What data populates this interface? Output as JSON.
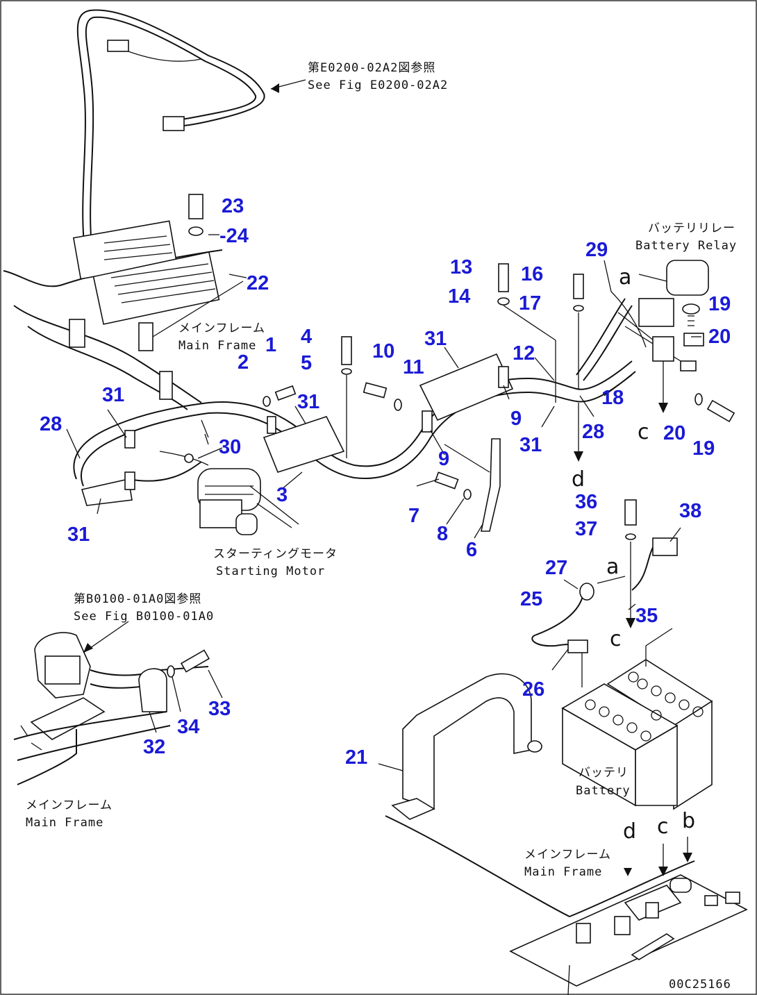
{
  "callouts": {
    "c1": "1",
    "c2": "2",
    "c3": "3",
    "c4": "4",
    "c5": "5",
    "c6": "6",
    "c7": "7",
    "c8": "8",
    "c9a": "9",
    "c9b": "9",
    "c10": "10",
    "c11": "11",
    "c12": "12",
    "c13": "13",
    "c14": "14",
    "c16": "16",
    "c17": "17",
    "c18": "18",
    "c19a": "19",
    "c19b": "19",
    "c20a": "20",
    "c20b": "20",
    "c21": "21",
    "c22": "22",
    "c23": "23",
    "c24": "-24",
    "c25": "25",
    "c26": "26",
    "c27": "27",
    "c28a": "28",
    "c28b": "28",
    "c29": "29",
    "c30": "30",
    "c31a": "31",
    "c31b": "31",
    "c31c": "31",
    "c31d": "31",
    "c31e": "31",
    "c32": "32",
    "c33": "33",
    "c34": "34",
    "c35": "35",
    "c36": "36",
    "c37": "37",
    "c38": "38"
  },
  "notes": {
    "ref_top_jp": "第E0200-02A2図参照",
    "ref_top_en": "See Fig E0200-02A2",
    "main_frame_jp_1": "メインフレーム",
    "main_frame_en_1": "Main Frame",
    "battery_relay_jp": "バッテリリレー",
    "battery_relay_en": "Battery Relay",
    "starting_motor_jp": "スターティングモータ",
    "starting_motor_en": "Starting Motor",
    "ref_mid_jp": "第B0100-01A0図参照",
    "ref_mid_en": "See Fig B0100-01A0",
    "main_frame_jp_2": "メインフレーム",
    "main_frame_en_2": "Main Frame",
    "battery_jp": "バッテリ",
    "battery_en": "Battery",
    "main_frame_jp_3": "メインフレーム",
    "main_frame_en_3": "Main Frame",
    "drawing_no": "00C25166"
  },
  "connection_letters": {
    "a1": "a",
    "c1": "c",
    "d1": "d",
    "a2": "a",
    "c2": "c",
    "d2": "d",
    "c3": "c",
    "b3": "b"
  },
  "colors": {
    "callout": "#1a1ad6",
    "line": "#111111"
  }
}
